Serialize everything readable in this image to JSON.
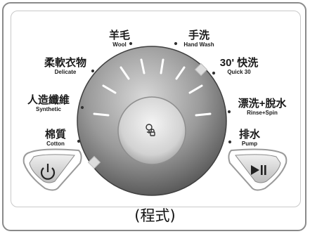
{
  "programs": [
    {
      "id": "wool",
      "zh": "羊毛",
      "en": "Wool"
    },
    {
      "id": "hand-wash",
      "zh": "手洗",
      "en": "Hand Wash"
    },
    {
      "id": "delicate",
      "zh": "柔軟衣物",
      "en": "Delicate"
    },
    {
      "id": "quick30",
      "zh": "30' 快洗",
      "en": "Quick 30"
    },
    {
      "id": "synthetic",
      "zh": "人造纖維",
      "en": "Synthetic"
    },
    {
      "id": "rinse-spin",
      "zh": "漂洗+脫水",
      "en": "Rinse+Spin"
    },
    {
      "id": "cotton",
      "zh": "棉質",
      "en": "Cotton"
    },
    {
      "id": "pump",
      "zh": "排水",
      "en": "Pump"
    }
  ],
  "caption": "(程式)",
  "buttons": {
    "power": "power-icon",
    "start_pause": "play-pause-icon"
  },
  "dial": {
    "center_icon": "child-lock-icon"
  },
  "colors": {
    "accent": "#d7d7d7",
    "line": "#8c8c8c",
    "dial_dark": "#5e5e5e",
    "dial_light": "#c8c8c8"
  }
}
